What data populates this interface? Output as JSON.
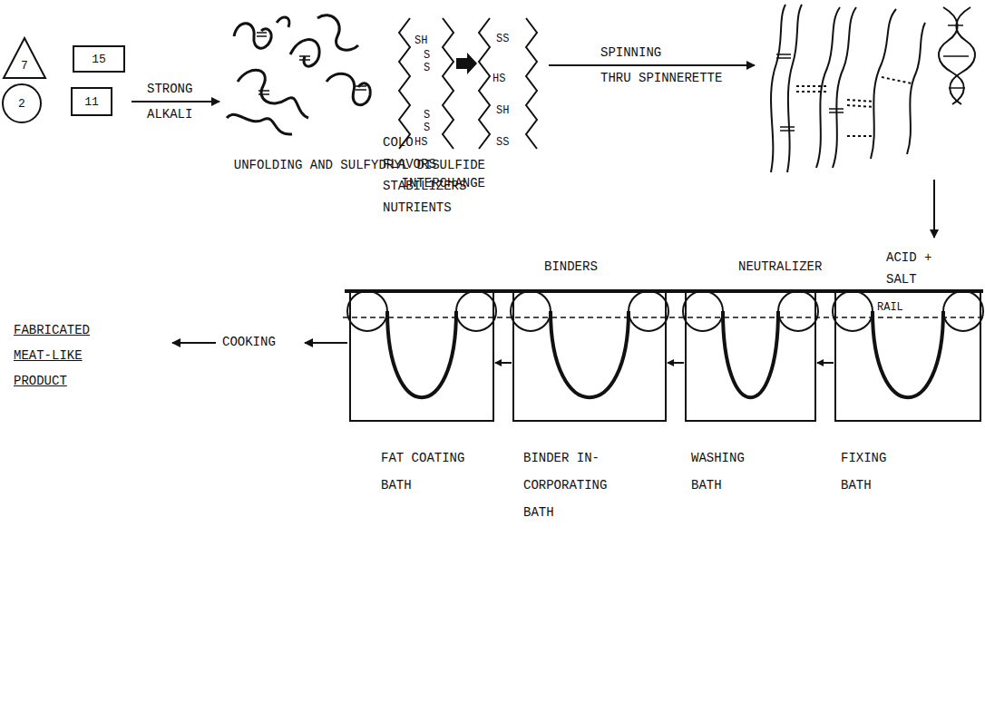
{
  "diagram": {
    "nodes": [
      {
        "text": [
          "7"
        ]
      },
      {
        "text": [
          "15"
        ]
      },
      {
        "text": [
          "2"
        ]
      },
      {
        "text": [
          "11"
        ]
      },
      {
        "text": [
          "COLORS FLAVORS STABILIZERS NUTRIENTS",
          "FAT COATING BATH"
        ]
      },
      {
        "text": [
          "BINDERS",
          "BINDER IN-CORPORATING BATH"
        ]
      },
      {
        "text": [
          "NEUTRALIZER",
          "WASHING BATH"
        ]
      },
      {
        "text": [
          "ACID + SALT",
          "FIXING BATH"
        ]
      }
    ],
    "edges": [
      {
        "from": 7,
        "to": 6,
        "arrow": "to"
      },
      {
        "from": 6,
        "to": 5,
        "arrow": "to"
      },
      {
        "from": 5,
        "to": 4,
        "arrow": "to"
      }
    ],
    "labels": [
      "STRONG",
      "ALKALI",
      "SH",
      "S",
      "S",
      "S",
      "S",
      "HS",
      "SS",
      "HS",
      "SH",
      "SS",
      "UNFOLDING AND SULFYDRYL DISULFIDE INTERCHANGE",
      "SPINNING",
      "THRU SPINNERETTE",
      "RAIL",
      "COOKING",
      "FABRICATED MEAT-LIKE PRODUCT"
    ]
  }
}
